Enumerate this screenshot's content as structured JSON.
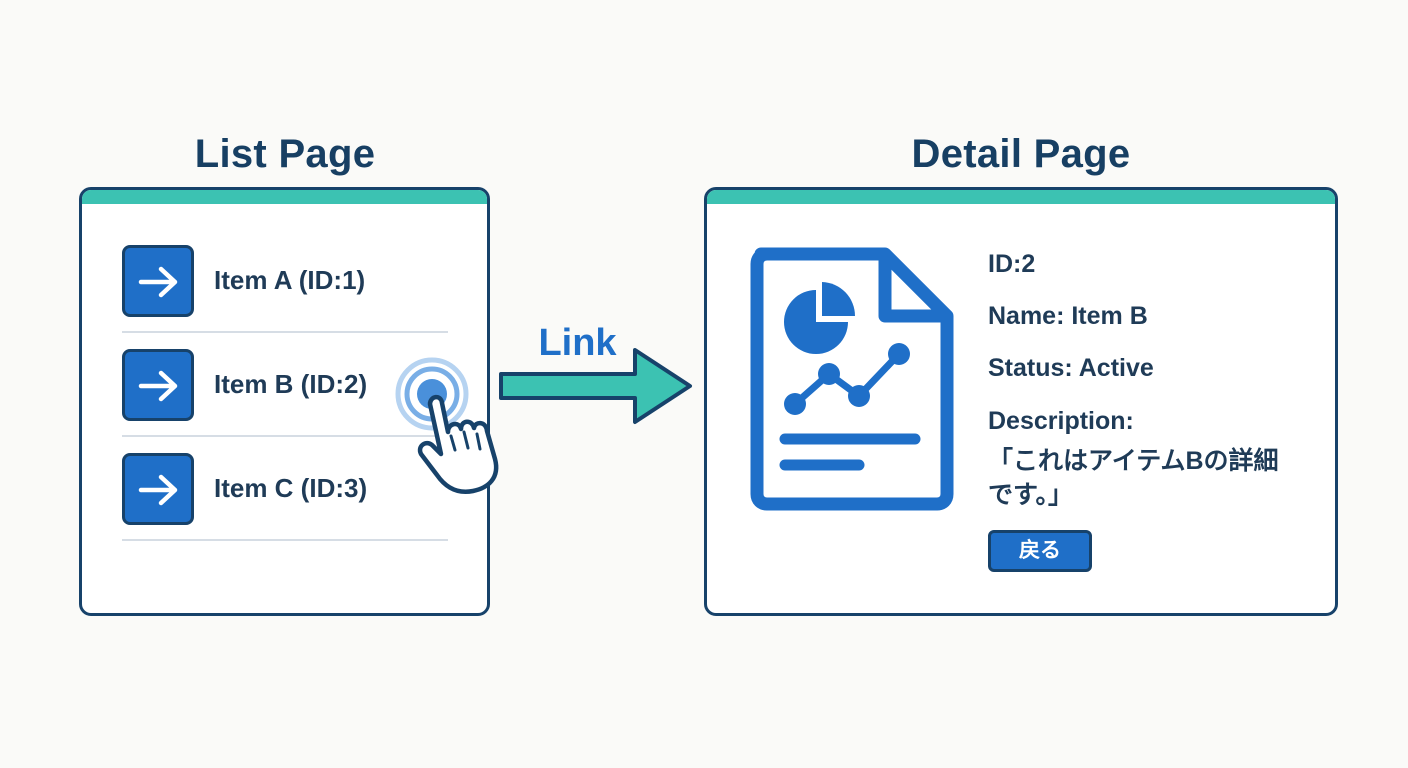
{
  "list_page": {
    "title": "List Page",
    "items": [
      {
        "label": "Item A (ID:1)"
      },
      {
        "label": "Item B (ID:2)"
      },
      {
        "label": "Item C (ID:3)"
      }
    ]
  },
  "link": {
    "label": "Link"
  },
  "detail_page": {
    "title": "Detail Page",
    "id_line": "ID:2",
    "name_line": "Name: Item B",
    "status_line": "Status: Active",
    "description_label": "Description:",
    "description_line1": "「これはアイテムBの詳細",
    "description_line2": "です。」",
    "back_button": "戻る"
  },
  "icons": {
    "row_icon": "arrow-right-icon",
    "tap_icon": "pointing-hand-icon",
    "document_icon": "document-chart-icon"
  },
  "colors": {
    "accent_blue": "#1f6fc8",
    "teal": "#3cc2b2",
    "navy": "#17426a"
  }
}
